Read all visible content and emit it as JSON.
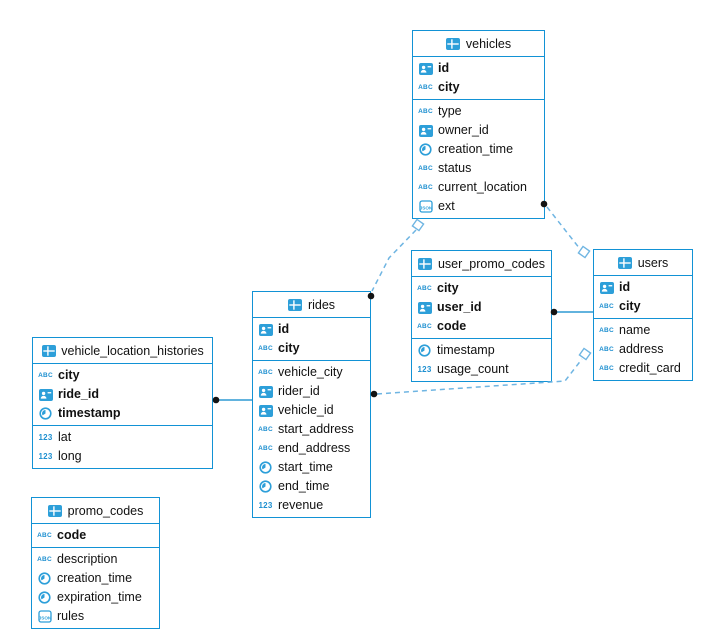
{
  "colors": {
    "table_border": "#1292d5",
    "icon_blue": "#2d9fd9",
    "relation_dashed": "#6fb5e2",
    "relation_solid": "#2f9ad4",
    "endpoint_dot": "#131313",
    "text": "#111111",
    "background": "#ffffff"
  },
  "icon_glyphs": {
    "text": "ABC",
    "number": "123",
    "json": "JSON"
  },
  "tables": [
    {
      "title": "vehicles",
      "fields": [
        {
          "name": "id",
          "type": "id",
          "key": true
        },
        {
          "name": "city",
          "type": "text",
          "key": true
        },
        {
          "name": "type",
          "type": "text",
          "key": false
        },
        {
          "name": "owner_id",
          "type": "id",
          "key": false
        },
        {
          "name": "creation_time",
          "type": "time",
          "key": false
        },
        {
          "name": "status",
          "type": "text",
          "key": false
        },
        {
          "name": "current_location",
          "type": "text",
          "key": false
        },
        {
          "name": "ext",
          "type": "json",
          "key": false
        }
      ]
    },
    {
      "title": "user_promo_codes",
      "fields": [
        {
          "name": "city",
          "type": "text",
          "key": true
        },
        {
          "name": "user_id",
          "type": "id",
          "key": true
        },
        {
          "name": "code",
          "type": "text",
          "key": true
        },
        {
          "name": "timestamp",
          "type": "time",
          "key": false
        },
        {
          "name": "usage_count",
          "type": "number",
          "key": false
        }
      ]
    },
    {
      "title": "users",
      "fields": [
        {
          "name": "id",
          "type": "id",
          "key": true
        },
        {
          "name": "city",
          "type": "text",
          "key": true
        },
        {
          "name": "name",
          "type": "text",
          "key": false
        },
        {
          "name": "address",
          "type": "text",
          "key": false
        },
        {
          "name": "credit_card",
          "type": "text",
          "key": false
        }
      ]
    },
    {
      "title": "rides",
      "fields": [
        {
          "name": "id",
          "type": "id",
          "key": true
        },
        {
          "name": "city",
          "type": "text",
          "key": true
        },
        {
          "name": "vehicle_city",
          "type": "text",
          "key": false
        },
        {
          "name": "rider_id",
          "type": "id",
          "key": false
        },
        {
          "name": "vehicle_id",
          "type": "id",
          "key": false
        },
        {
          "name": "start_address",
          "type": "text",
          "key": false
        },
        {
          "name": "end_address",
          "type": "text",
          "key": false
        },
        {
          "name": "start_time",
          "type": "time",
          "key": false
        },
        {
          "name": "end_time",
          "type": "time",
          "key": false
        },
        {
          "name": "revenue",
          "type": "number",
          "key": false
        }
      ]
    },
    {
      "title": "vehicle_location_histories",
      "fields": [
        {
          "name": "city",
          "type": "text",
          "key": true
        },
        {
          "name": "ride_id",
          "type": "id",
          "key": true
        },
        {
          "name": "timestamp",
          "type": "time",
          "key": true
        },
        {
          "name": "lat",
          "type": "number",
          "key": false
        },
        {
          "name": "long",
          "type": "number",
          "key": false
        }
      ]
    },
    {
      "title": "promo_codes",
      "fields": [
        {
          "name": "code",
          "type": "text",
          "key": true
        },
        {
          "name": "description",
          "type": "text",
          "key": false
        },
        {
          "name": "creation_time",
          "type": "time",
          "key": false
        },
        {
          "name": "expiration_time",
          "type": "time",
          "key": false
        },
        {
          "name": "rules",
          "type": "json",
          "key": false
        }
      ]
    }
  ],
  "relations": [
    {
      "from": "vehicles",
      "to": "rides",
      "style": "dashed"
    },
    {
      "from": "vehicles",
      "to": "users",
      "style": "dashed"
    },
    {
      "from": "user_promo_codes",
      "to": "users",
      "style": "solid"
    },
    {
      "from": "rides",
      "to": "users",
      "style": "dashed"
    },
    {
      "from": "vehicle_location_histories",
      "to": "rides",
      "style": "solid"
    }
  ]
}
